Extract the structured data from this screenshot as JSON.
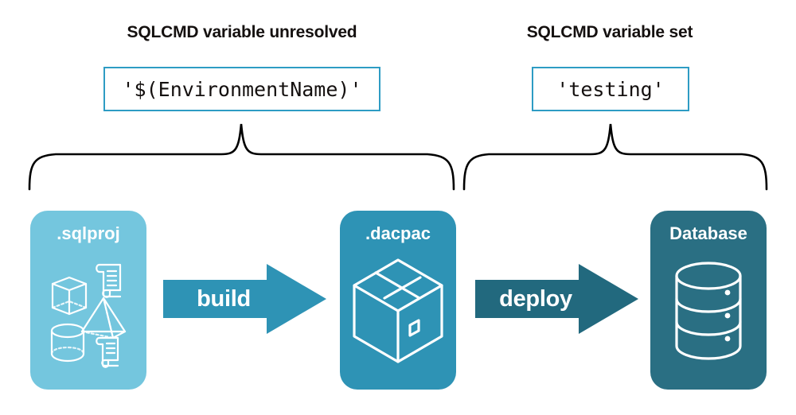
{
  "headings": {
    "left": "SQLCMD variable unresolved",
    "right": "SQLCMD variable set"
  },
  "code_boxes": {
    "left": "'$(EnvironmentName)'",
    "right": "'testing'"
  },
  "stages": [
    {
      "id": "sqlproj",
      "label": ".sqlproj",
      "fill": "#74c6de",
      "icons": [
        "cube-icon",
        "scroll-icon",
        "pyramid-icon",
        "cylinder-icon",
        "scroll-icon"
      ]
    },
    {
      "id": "dacpac",
      "label": ".dacpac",
      "fill": "#2e93b5",
      "icons": [
        "package-box-icon"
      ]
    },
    {
      "id": "database",
      "label": "Database",
      "fill": "#2a6f83",
      "icons": [
        "database-cylinder-icon"
      ]
    }
  ],
  "arrows": [
    {
      "id": "build",
      "label": "build",
      "fill": "#2e93b5"
    },
    {
      "id": "deploy",
      "label": "deploy",
      "fill": "#22697e"
    }
  ],
  "braces": [
    {
      "id": "brace-left",
      "spans": "sqlproj-to-dacpac",
      "color": "#000000"
    },
    {
      "id": "brace-right",
      "spans": "dacpac-to-database",
      "color": "#000000"
    }
  ],
  "colors": {
    "accent_border": "#2e9cc4",
    "text": "#14100f",
    "background": "#ffffff"
  }
}
